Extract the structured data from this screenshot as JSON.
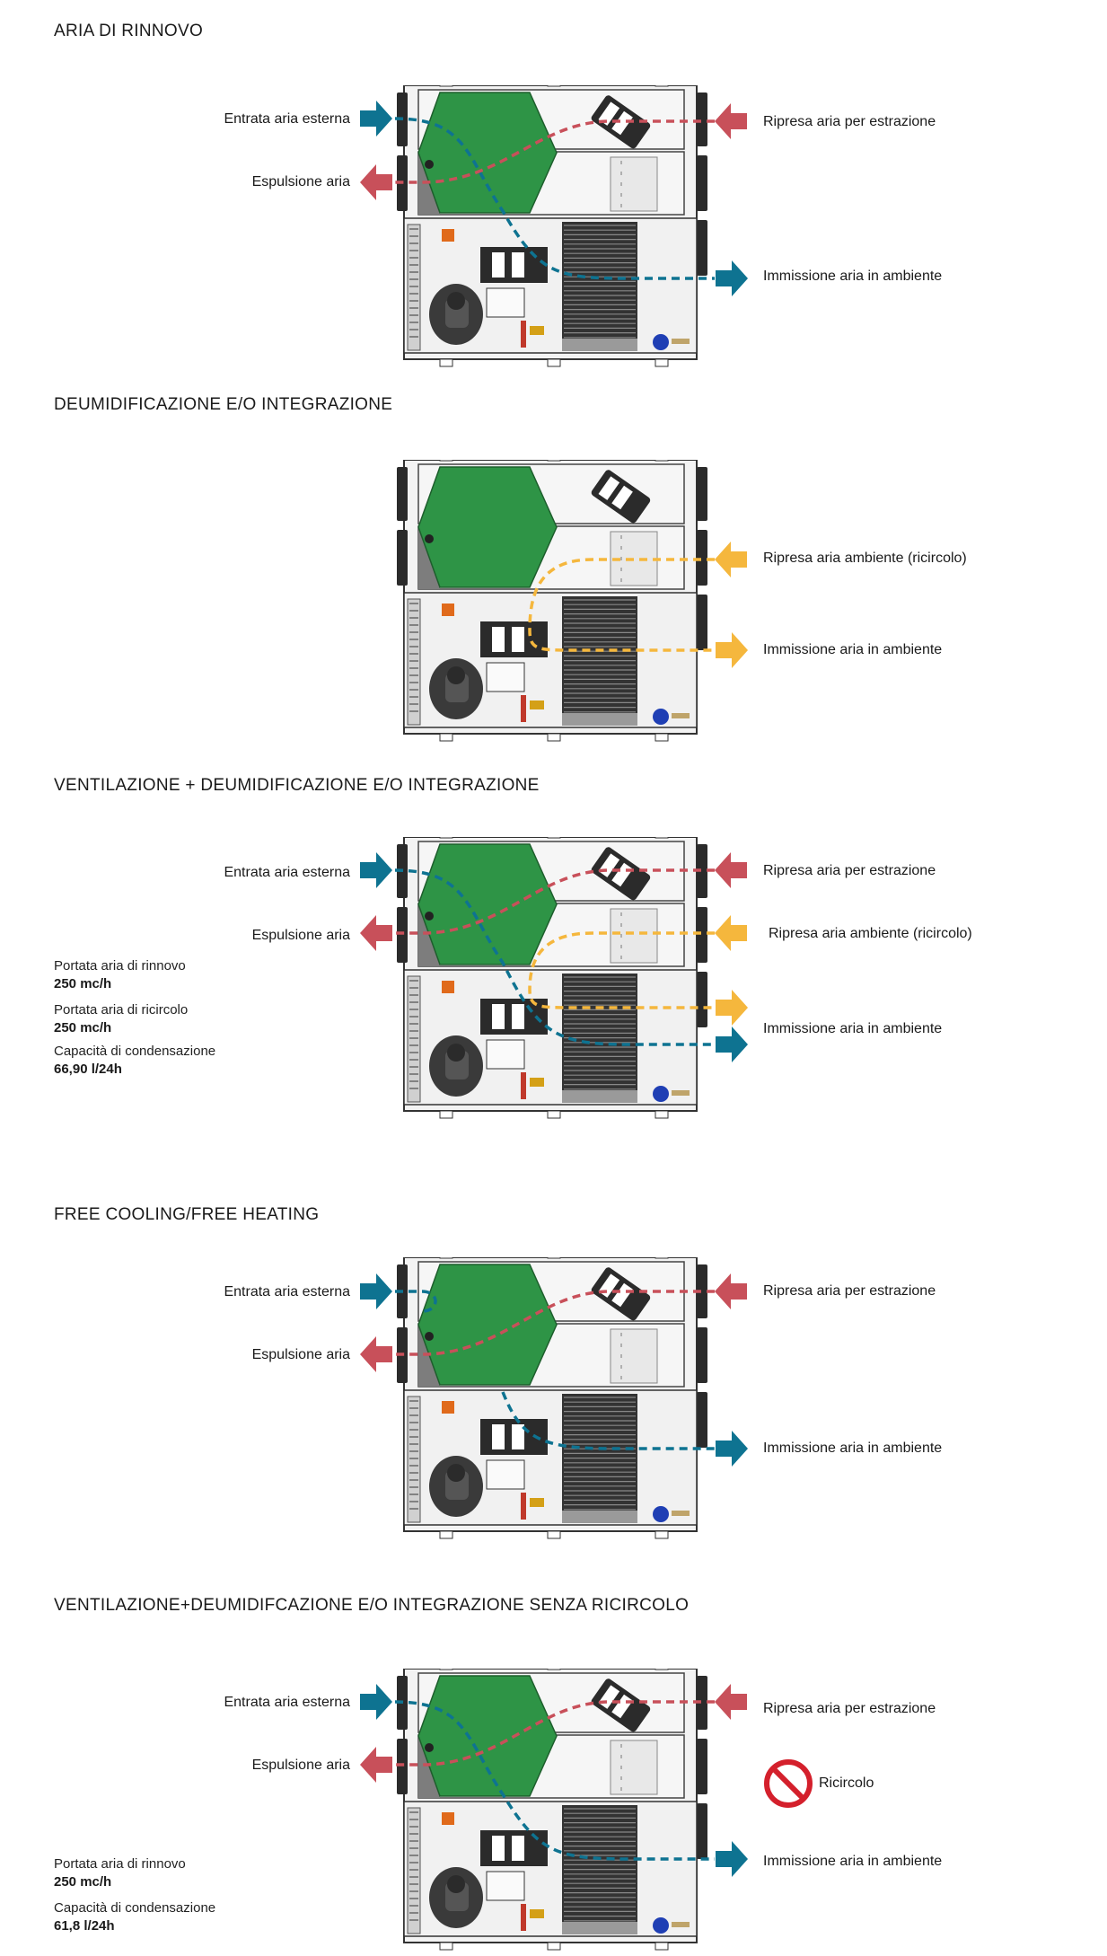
{
  "colors": {
    "fresh": "#0e7391",
    "exhaust": "#c8505a",
    "recirc": "#f5b73d",
    "hex": "#2e9446",
    "no": "#d4202c"
  },
  "sections": [
    {
      "title": "ARIA DI RINNOVO",
      "labels": {
        "in_ext": "Entrata aria esterna",
        "exp": "Espulsione aria",
        "rip_estr": "Ripresa aria per estrazione",
        "immiss": "Immissione aria in ambiente"
      }
    },
    {
      "title": "DEUMIDIFICAZIONE E/O INTEGRAZIONE",
      "labels": {
        "rip_amb": "Ripresa aria ambiente (ricircolo)",
        "immiss": "Immissione aria in ambiente"
      }
    },
    {
      "title": "VENTILAZIONE + DEUMIDIFICAZIONE E/O INTEGRAZIONE",
      "labels": {
        "in_ext": "Entrata aria esterna",
        "exp": "Espulsione aria",
        "rip_estr": "Ripresa aria per estrazione",
        "rip_amb": "Ripresa aria ambiente (ricircolo)",
        "immiss": "Immissione aria in ambiente"
      },
      "info": [
        {
          "k": "Portata aria di rinnovo",
          "v": "250 mc/h"
        },
        {
          "k": "Portata aria di ricircolo",
          "v": "250 mc/h"
        },
        {
          "k": "Capacità di condensazione",
          "v": "66,90 l/24h"
        }
      ]
    },
    {
      "title": "FREE COOLING/FREE HEATING",
      "labels": {
        "in_ext": "Entrata aria esterna",
        "exp": "Espulsione aria",
        "rip_estr": "Ripresa aria per estrazione",
        "immiss": "Immissione aria in ambiente"
      }
    },
    {
      "title": "VENTILAZIONE+DEUMIDIFCAZIONE E/O INTEGRAZIONE SENZA RICIRCOLO",
      "labels": {
        "in_ext": "Entrata aria esterna",
        "exp": "Espulsione aria",
        "rip_estr": "Ripresa aria per estrazione",
        "ricircolo": "Ricircolo",
        "immiss": "Immissione aria in ambiente"
      },
      "info": [
        {
          "k": "Portata aria di rinnovo",
          "v": "250 mc/h"
        },
        {
          "k": "Capacità di condensazione",
          "v": "61,8 l/24h"
        }
      ]
    }
  ]
}
